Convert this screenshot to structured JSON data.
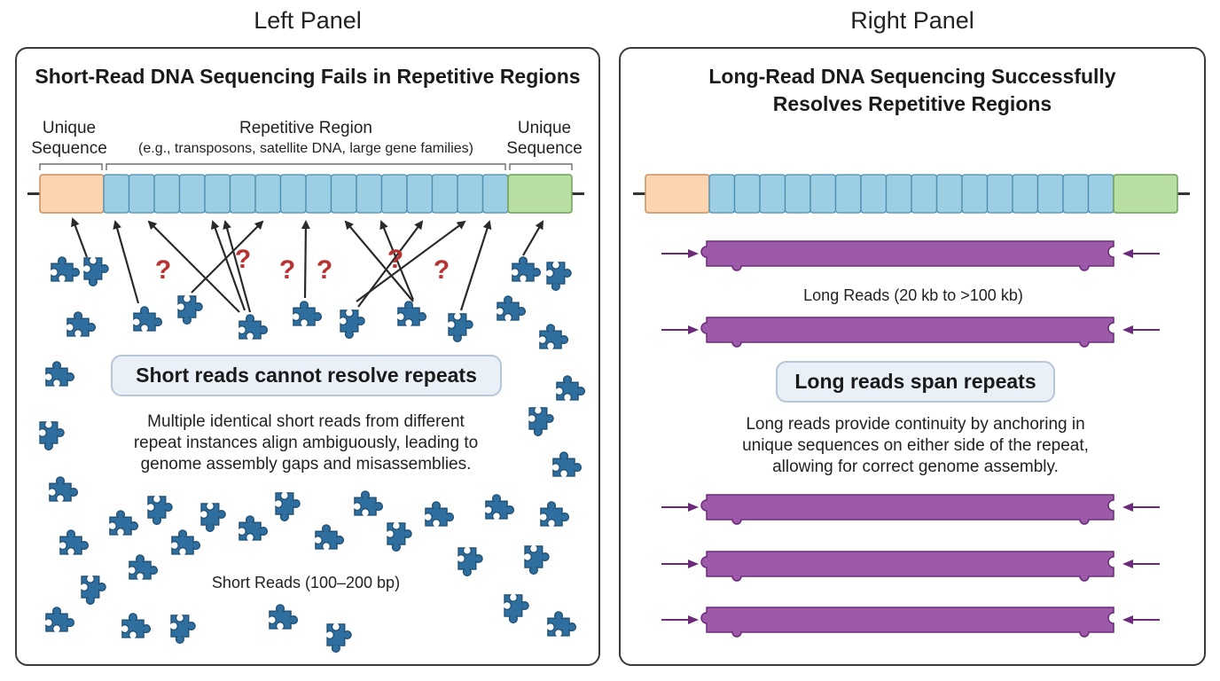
{
  "left_panel": {
    "header": "Left Panel",
    "title": "Short-Read DNA Sequencing Fails in Repetitive Regions",
    "unique_left": [
      "Unique",
      "Sequence"
    ],
    "repetitive_label": "Repetitive Region",
    "repetitive_sublabel": "(e.g., transposons, satellite DNA, large gene families)",
    "unique_right": [
      "Unique",
      "Sequence"
    ],
    "callout": "Short reads cannot resolve repeats",
    "description": [
      "Multiple identical short reads from different",
      "repeat instances align ambiguously, leading to",
      "genome assembly gaps and misassemblies."
    ],
    "reads_label": "Short Reads (100–200 bp)",
    "question_mark": "?",
    "repeat_units": 16
  },
  "right_panel": {
    "header": "Right Panel",
    "title": [
      "Long-Read DNA Sequencing Successfully",
      "Resolves Repetitive Regions"
    ],
    "reads_label": "Long Reads (20 kb to >100 kb)",
    "callout": "Long reads span repeats",
    "description": [
      "Long reads provide continuity by anchoring in",
      "unique sequences on either side of the repeat,",
      "allowing for correct genome assembly."
    ],
    "repeat_units": 16
  },
  "colors": {
    "unique_left": "#fcd5b0",
    "repeat_unit": "#9ccfe3",
    "unique_right": "#b8dea2",
    "short_read": "#2f6f9f",
    "long_read": "#9c5aa8",
    "long_read_arrow": "#6b2a7a",
    "question": "#b83232"
  },
  "icons": {
    "short_read": "puzzle-piece-icon",
    "long_read": "long-puzzle-bar-icon",
    "arrow": "arrow-icon"
  }
}
